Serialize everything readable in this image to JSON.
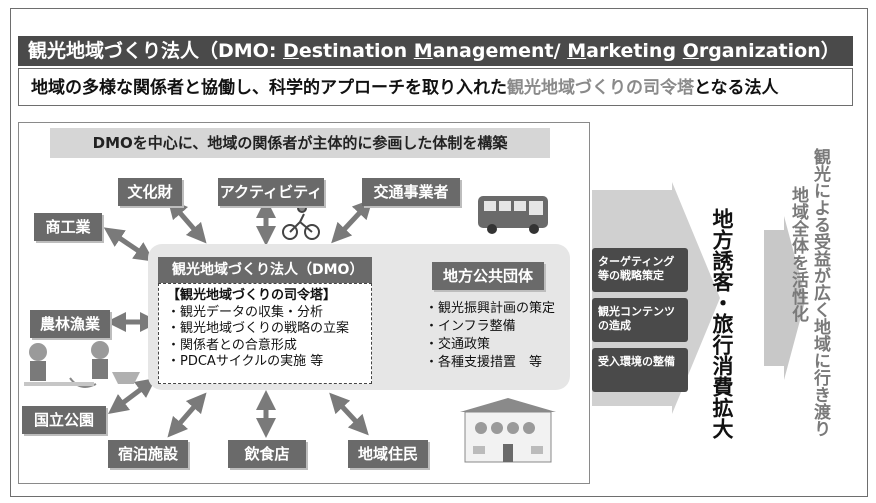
{
  "header": {
    "title_prefix": "観光地域づくり法人（DMO: ",
    "d_letter": "D",
    "d_rest": "estination ",
    "m_letter": "M",
    "m_rest": "anagement/ ",
    "m2_letter": "M",
    "m2_rest": "arketing ",
    "o_letter": "O",
    "o_rest": "rganization）"
  },
  "subtitle": {
    "text": "地域の多様な関係者と協働し、科学的アプローチを取り入れた",
    "highlight": "観光地域づくりの司令塔",
    "suffix": "となる法人"
  },
  "banner": "DMOを中心に、地域の関係者が主体的に参画した体制を構築",
  "stakeholders": {
    "culture": "文化財",
    "activity": "アクティビティ",
    "transport": "交通事業者",
    "commerce": "商工業",
    "agri": "農林漁業",
    "park": "国立公園",
    "lodging": "宿泊施設",
    "food": "飲食店",
    "residents": "地域住民"
  },
  "dmo": {
    "title": "観光地域づくり法人（DMO）",
    "heading": "【観光地域づくりの司令塔】",
    "items": [
      "・観光データの収集・分析",
      "・観光地域づくりの戦略の立案",
      "・関係者との合意形成",
      "・PDCAサイクルの実施 等"
    ]
  },
  "gov": {
    "title": "地方公共団体",
    "items": [
      "・観光振興計画の策定",
      "・インフラ整備",
      "・交通政策",
      "・各種支援措置　等"
    ]
  },
  "steps": [
    "ターゲティング等の戦略策定",
    "観光コンテンツの造成",
    "受入環境の整備"
  ],
  "outcome1": "地方誘客・旅行消費拡大",
  "outcome2_col1": "観光による受益が広く地域に行き渡り",
  "outcome2_col2": "地域全体を活性化",
  "colors": {
    "dark": "#4a4a4a",
    "label": "#6a6a6a",
    "light": "#d6d6d6",
    "arrow": "#bdbdbd"
  }
}
